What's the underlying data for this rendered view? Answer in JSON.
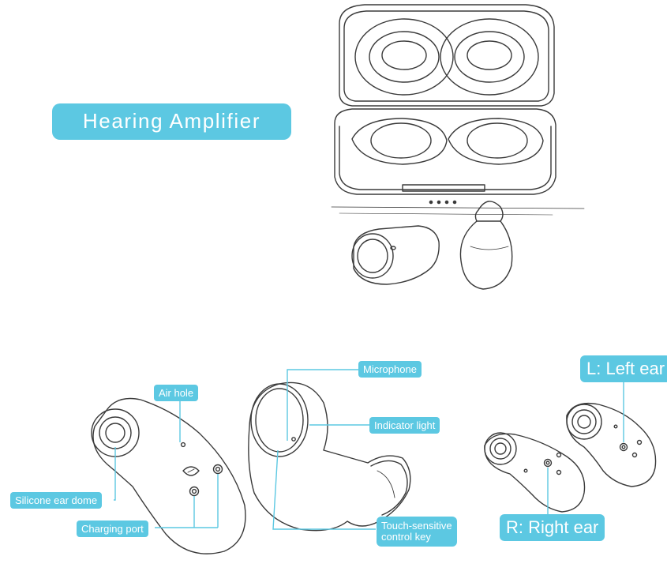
{
  "title": "Hearing Amplifier",
  "labels": {
    "air_hole": "Air hole",
    "silicone_ear_dome": "Silicone ear dome",
    "charging_port": "Charging port",
    "microphone": "Microphone",
    "indicator_light": "Indicator light",
    "touch_control_line1": "Touch-sensitive",
    "touch_control_line2": "control key",
    "left_ear": "L: Left ear",
    "right_ear": "R: Right ear"
  },
  "colors": {
    "accent": "#5cc8e2",
    "line_art": "#3a3a3a",
    "leader": "#5cc8e2"
  }
}
